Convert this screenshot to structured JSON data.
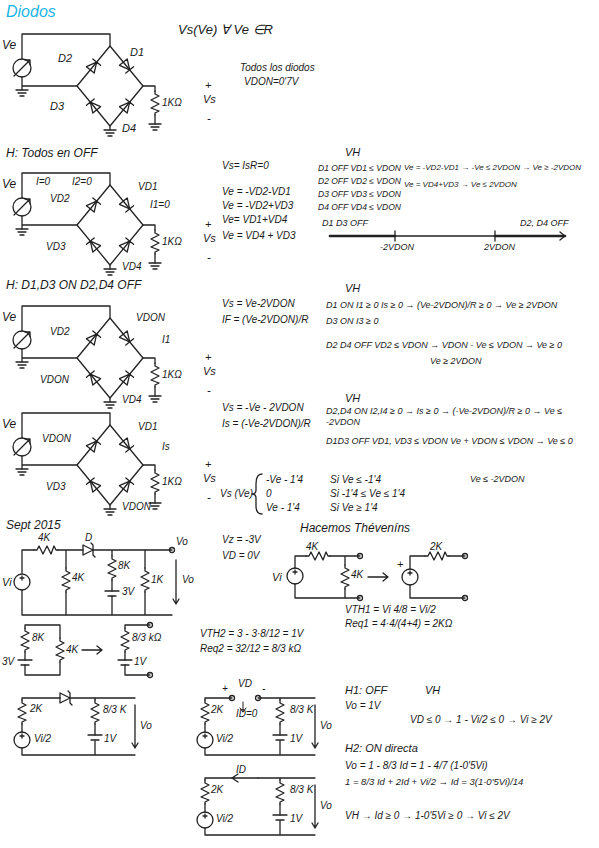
{
  "diagram": {
    "title": "Diodos",
    "labels": [
      "Ve",
      "D2",
      "D1",
      "D3",
      "D4",
      "1KΩ",
      "+",
      "Vs",
      "-",
      "Vs(Ve) ∀ Ve ∈R",
      "Todos los diodos",
      "VDON=0'7V",
      "H: Todos en OFF",
      "Ve",
      "I=0",
      "I2=0",
      "VD2",
      "VD1",
      "I1=0",
      "VD3",
      "VD4",
      "1KΩ",
      "+",
      "Vs",
      "-",
      "Vs= IsR=0",
      "Ve = -VD2-VD1",
      "Ve = -VD2+VD3",
      "Ve= VD1+VD4",
      "Ve = VD4 + VD3",
      "VH",
      "D1 OFF  VD1 ≤ VDON",
      "D2 OFF  VD2 ≤ VDON",
      "D3 OFF  VD3 ≤ VDON",
      "D4 OFF  VD4 ≤ VDON",
      "Ve = -VD2-VD1 → -Ve ≤ 2VDON → Ve ≥ -2VDON",
      "Ve = VD4+VD3 → Ve ≤ 2VDON",
      "D1 D3 OFF",
      "D2, D4 OFF",
      "-2VDON",
      "2VDON",
      "H: D1,D3 ON D2,D4 OFF",
      "Ve",
      "VD2",
      "VDON",
      "I1",
      "VDON",
      "VD4",
      "1KΩ",
      "+",
      "Vs",
      "-",
      "Vs = Ve-2VDON",
      "IF = (Ve-2VDON)/R",
      "VH",
      "D1 ON  I1 ≥ 0  Is ≥ 0 → (Ve-2VDON)/R ≥ 0 → Ve ≥ 2VDON",
      "D3 ON  I3 ≥ 0",
      "D2 D4 OFF  VD2 ≤ VDON → VDON - Ve ≤ VDON → Ve ≥ 0",
      "Ve ≥ 2VDON",
      "Ve",
      "VDON",
      "VD1",
      "Is",
      "VD3",
      "VDON",
      "1KΩ",
      "+",
      "Vs",
      "-",
      "Vs = -Ve - 2VDON",
      "Is = (-Ve-2VDON)/R",
      "VH",
      "D2,D4 ON  I2,I4 ≥ 0 → Is ≥ 0 → (-Ve-2VDON)/R ≥ 0 → Ve ≤ -2VDON",
      "D1D3 OFF  VD1, VD3 ≤ VDON   Ve + VDON ≤ VDON → Ve ≤ 0",
      "Ve ≤ -2VDON",
      "Vs (Ve)",
      "-Ve - 1'4",
      "Si  Ve ≤ -1'4",
      "0",
      "Si  -1'4 ≤ Ve ≤ 1'4",
      "Ve - 1'4",
      "Si  Ve ≥ 1'4",
      "Sept 2015",
      "4K",
      "D",
      "Vi",
      "4K",
      "8K",
      "3V",
      "1K",
      "Vo",
      "Vo",
      "Vz = -3V",
      "VD = 0V",
      "Hacemos Théveníns",
      "4K",
      "Vi",
      "4K",
      "+",
      "2K",
      "VTH1 = Vi 4/8 = Vi/2",
      "Req1 = 4·4/(4+4) = 2KΩ",
      "8K",
      "3V",
      "4K",
      "8/3 kΩ",
      "1V",
      "VTH2 = 3 - 3·8/12 = 1V",
      "Req2 = 32/12 = 8/3 kΩ",
      "2K",
      "Vi/2",
      "8/3 K",
      "1V",
      "Vo",
      "VD",
      "+",
      "-",
      "2K",
      "Vi/2",
      "ID=0",
      "8/3 K",
      "1V",
      "Vo",
      "2K",
      "ID",
      "Vi/2",
      "8/3 K",
      "1V",
      "Vo",
      "H1: OFF",
      "VH",
      "Vo = 1V",
      "VD ≤ 0 → 1 - Vi/2 ≤ 0 → Vi ≥ 2V",
      "H2: ON directa",
      "Vo = 1 - 8/3 Id = 1 - 4/7 (1-0'5Vi)",
      "1 = 8/3 Id + 2Id + Vi/2 → Id = 3(1-0'5Vi)/14",
      "VH → Id ≥ 0 → 1-0'5Vi ≥ 0 → Vi ≤ 2V"
    ]
  }
}
